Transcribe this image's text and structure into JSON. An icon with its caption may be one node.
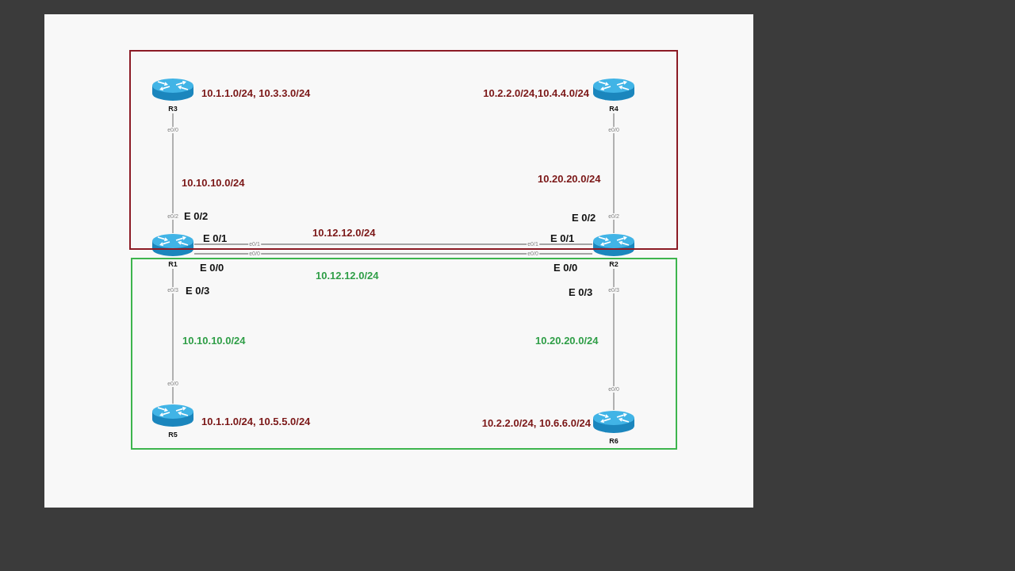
{
  "diagram": {
    "nodes": [
      {
        "text": [],
        "shape": "box"
      },
      {
        "text": [
          "R3"
        ],
        "in": 0,
        "beside": [
          "10.1.1.0/24, 10.3.3.0/24"
        ]
      },
      {
        "text": [
          "R4"
        ],
        "in": 0,
        "beside": [
          "10.2.2.0/24,10.4.4.0/24"
        ]
      },
      {
        "text": [
          "R1"
        ],
        "beside": [
          "E 0/2",
          "E 0/1",
          "E 0/0",
          "E 0/3"
        ]
      },
      {
        "text": [
          "R2"
        ],
        "beside": [
          "E 0/2",
          "E 0/1",
          "E 0/0",
          "E 0/3"
        ]
      },
      {
        "text": [],
        "shape": "box"
      },
      {
        "text": [
          "R5"
        ],
        "in": 5,
        "beside": [
          "10.1.1.0/24, 10.5.5.0/24"
        ]
      },
      {
        "text": [
          "R6"
        ],
        "in": 5,
        "beside": [
          "10.2.2.0/24, 10.6.6.0/24"
        ]
      }
    ],
    "edges": [
      {
        "from": 1,
        "to": 3,
        "arrow": "none",
        "label": "10.10.10.0/24"
      },
      {
        "from": 2,
        "to": 4,
        "arrow": "none",
        "label": "10.20.20.0/24"
      },
      {
        "from": 3,
        "to": 4,
        "arrow": "none",
        "label": "10.12.12.0/24"
      },
      {
        "from": 3,
        "to": 4,
        "arrow": "none",
        "label": "10.12.12.0/24"
      },
      {
        "from": 3,
        "to": 6,
        "arrow": "none",
        "label": "10.10.10.0/24"
      },
      {
        "from": 4,
        "to": 7,
        "arrow": "none",
        "label": "10.20.20.0/24"
      }
    ],
    "labels": [
      "e0/0",
      "e0/0",
      "e0/2",
      "e0/2",
      "e0/1",
      "e0/1",
      "e0/0",
      "e0/0",
      "e0/3",
      "e0/3",
      "e0/0",
      "e0/0"
    ]
  }
}
